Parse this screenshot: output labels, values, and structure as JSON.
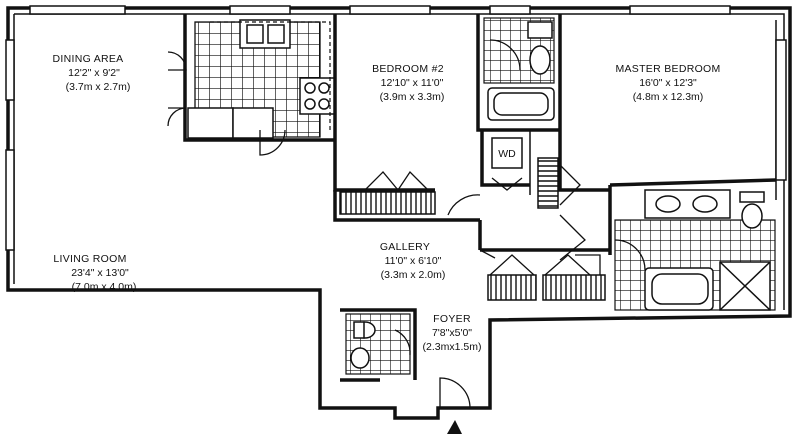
{
  "rooms": {
    "dining": {
      "name": "DINING AREA",
      "dim_imperial": "12'2\" x 9'2\"",
      "dim_metric": "(3.7m x 2.7m)"
    },
    "bedroom2": {
      "name": "BEDROOM #2",
      "dim_imperial": "12'10\" x 11'0\"",
      "dim_metric": "(3.9m x 3.3m)"
    },
    "master": {
      "name": "MASTER BEDROOM",
      "dim_imperial": "16'0\" x 12'3\"",
      "dim_metric": "(4.8m x 12.3m)"
    },
    "living": {
      "name": "LIVING ROOM",
      "dim_imperial": "23'4\" x 13'0\"",
      "dim_metric": "(7.0m x 4.0m)"
    },
    "gallery": {
      "name": "GALLERY",
      "dim_imperial": "11'0\" x 6'10\"",
      "dim_metric": "(3.3m x 2.0m)"
    },
    "foyer": {
      "name": "FOYER",
      "dim_imperial": "7'8\"x5'0\"",
      "dim_metric": "(2.3mx1.5m)"
    }
  },
  "fixtures": {
    "washer_dryer": "WD"
  },
  "compass": {
    "symbol": "north-arrow"
  }
}
